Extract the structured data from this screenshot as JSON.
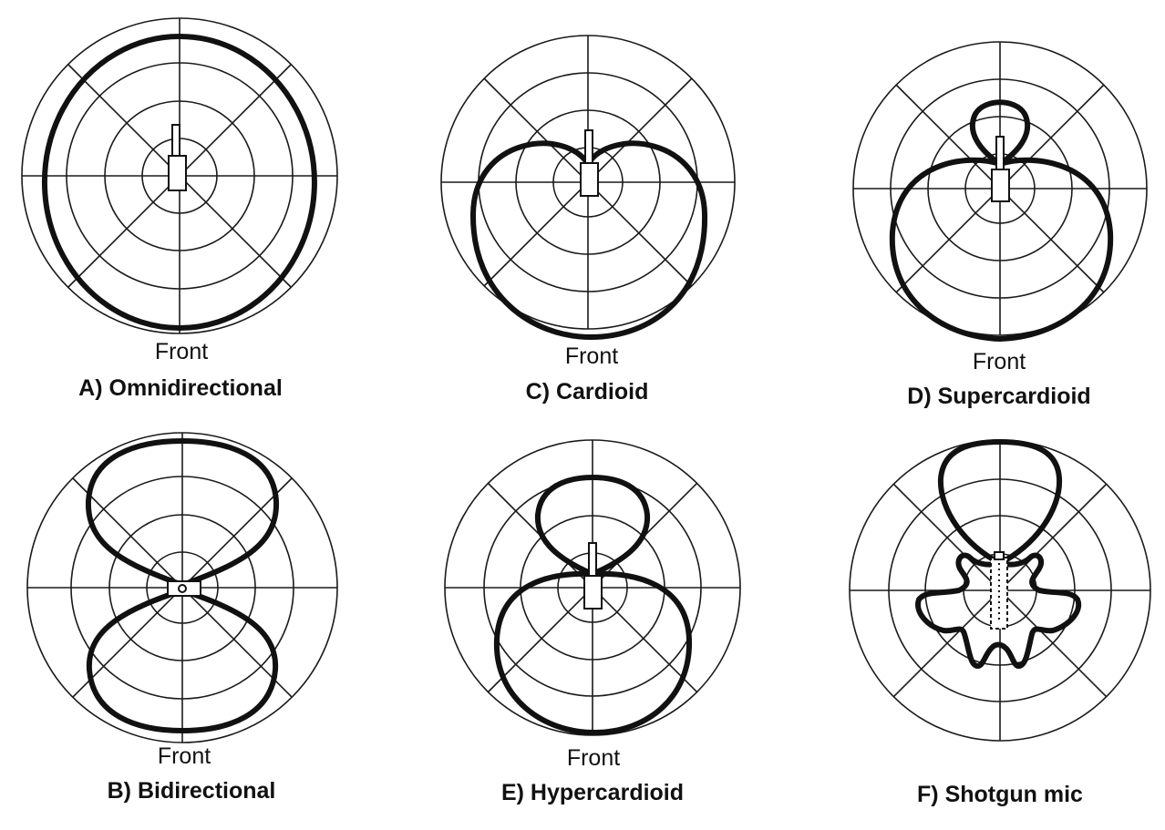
{
  "diagrams": [
    {
      "id": "A",
      "name": "A) Omnidirectional",
      "front": "Front",
      "pattern": "omni"
    },
    {
      "id": "C",
      "name": "C) Cardioid",
      "front": "Front",
      "pattern": "cardioid"
    },
    {
      "id": "D",
      "name": "D) Supercardioid",
      "front": "Front",
      "pattern": "supercardioid"
    },
    {
      "id": "B",
      "name": "B) Bidirectional",
      "front": "Front",
      "pattern": "bidirectional"
    },
    {
      "id": "E",
      "name": "E) Hypercardioid",
      "front": "Front",
      "pattern": "hypercardioid"
    },
    {
      "id": "F",
      "name": "F) Shotgun mic",
      "front": "",
      "pattern": "shotgun"
    }
  ]
}
